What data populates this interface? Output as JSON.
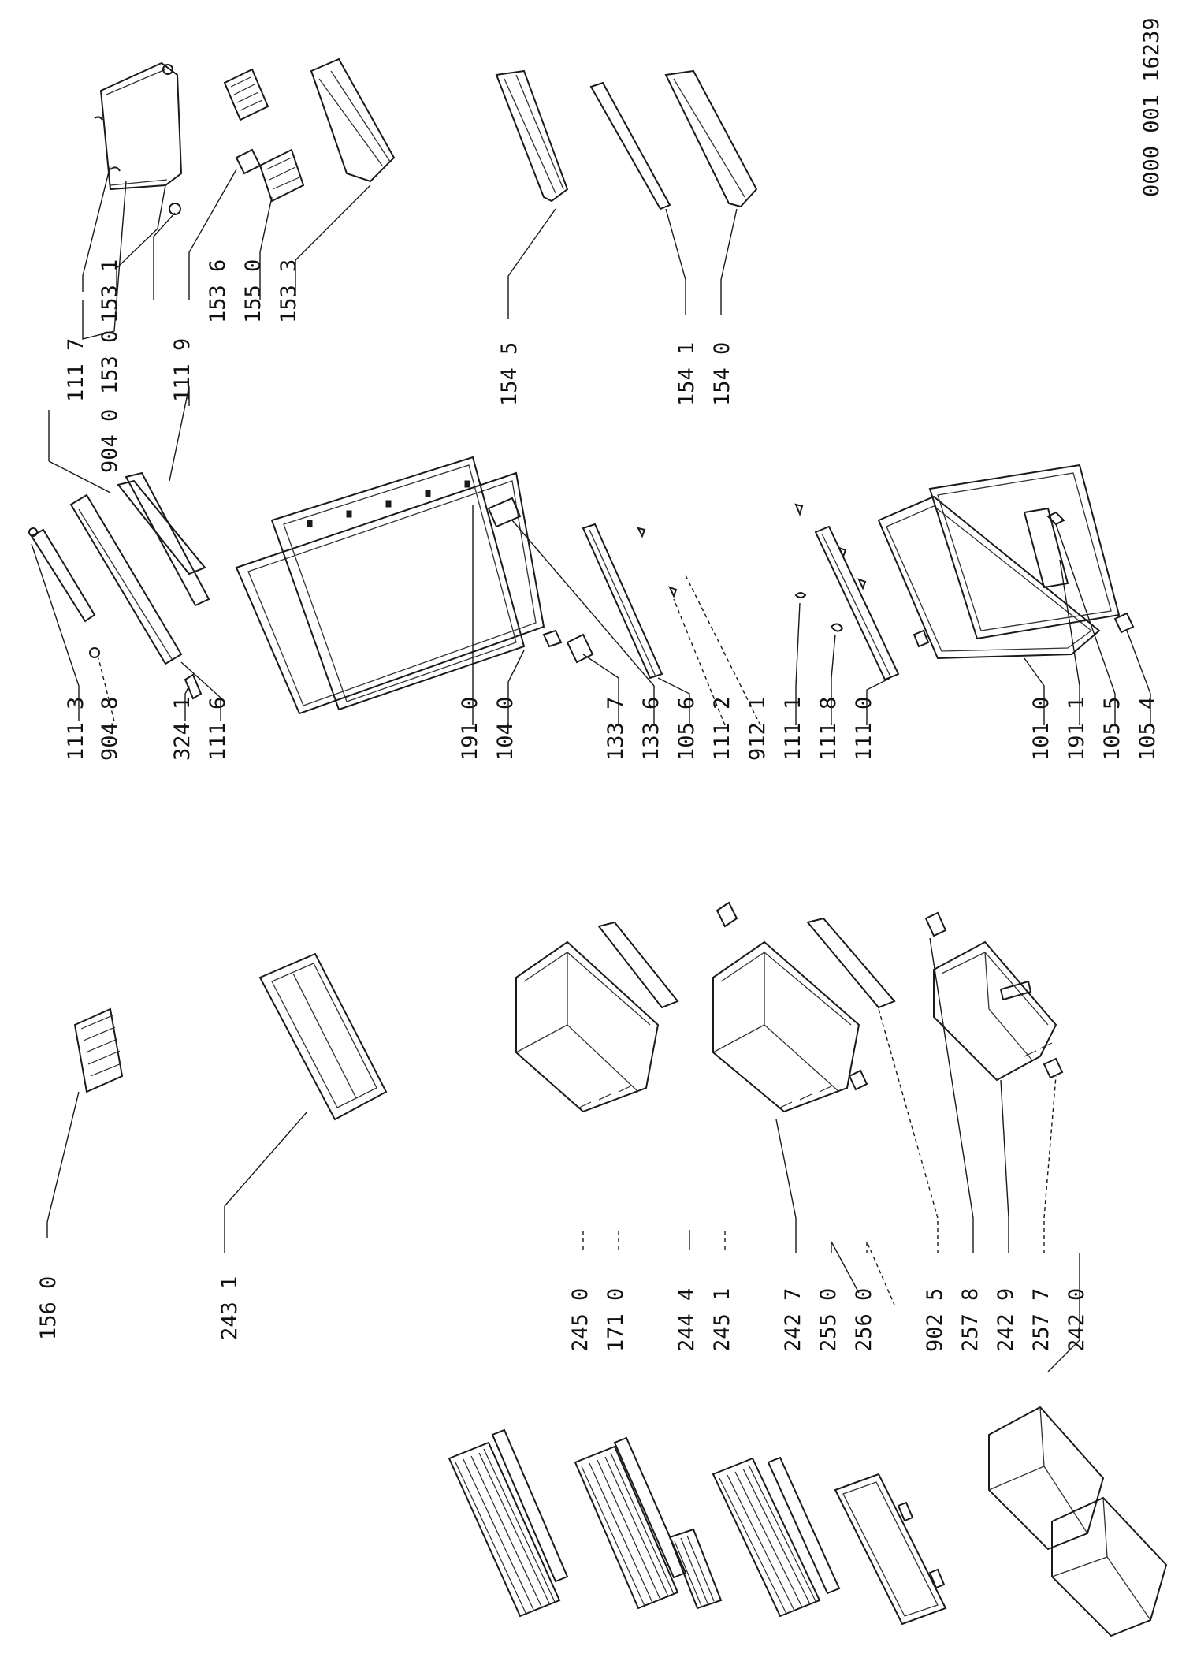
{
  "document_code": "0000 001 16239",
  "labels": {
    "l1117": "111 7",
    "l1531": "153 1",
    "l1530": "153 0",
    "l9040": "904 0",
    "l1119": "111 9",
    "l1536": "153 6",
    "l1550": "155 0",
    "l1533": "153 3",
    "l1545": "154 5",
    "l1541": "154 1",
    "l1540": "154 0",
    "l1113": "111 3",
    "l9048": "904 8",
    "l3241": "324 1",
    "l1116": "111 6",
    "l1910": "191 0",
    "l1040": "104 0",
    "l1337": "133 7",
    "l1336": "133 6",
    "l1056": "105 6",
    "l1112": "111 2",
    "l9121": "912 1",
    "l1111": "111 1",
    "l1118": "111 8",
    "l1110": "111 0",
    "l1010": "101 0",
    "l1911": "191 1",
    "l1055": "105 5",
    "l1054": "105 4",
    "l1560": "156 0",
    "l2431": "243 1",
    "l2450": "245 0",
    "l1710": "171 0",
    "l2444": "244 4",
    "l2451": "245 1",
    "l2427": "242 7",
    "l2550": "255 0",
    "l2560": "256 0",
    "l9025": "902 5",
    "l2578": "257 8",
    "l2429": "242 9",
    "l2577": "257 7",
    "l2420": "242 0"
  }
}
